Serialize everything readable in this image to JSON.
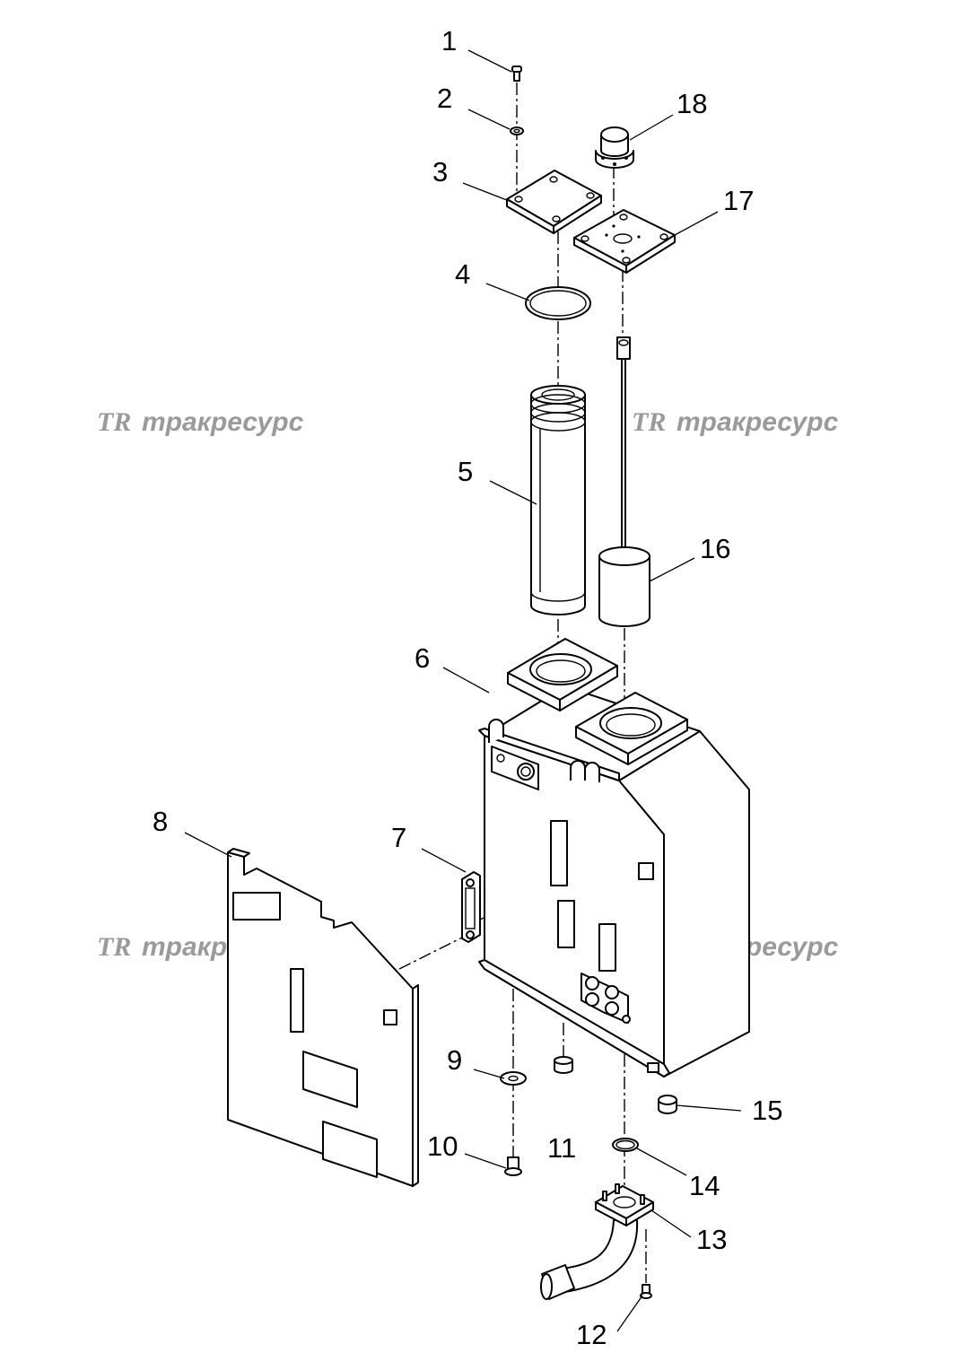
{
  "callouts": [
    {
      "id": "1",
      "text": "1"
    },
    {
      "id": "2",
      "text": "2"
    },
    {
      "id": "3",
      "text": "3"
    },
    {
      "id": "4",
      "text": "4"
    },
    {
      "id": "5",
      "text": "5"
    },
    {
      "id": "6",
      "text": "6"
    },
    {
      "id": "7",
      "text": "7"
    },
    {
      "id": "8",
      "text": "8"
    },
    {
      "id": "9",
      "text": "9"
    },
    {
      "id": "10",
      "text": "10"
    },
    {
      "id": "11",
      "text": "11"
    },
    {
      "id": "12",
      "text": "12"
    },
    {
      "id": "13",
      "text": "13"
    },
    {
      "id": "14",
      "text": "14"
    },
    {
      "id": "15",
      "text": "15"
    },
    {
      "id": "16",
      "text": "16"
    },
    {
      "id": "17",
      "text": "17"
    },
    {
      "id": "18",
      "text": "18"
    }
  ],
  "watermark": {
    "logo": "TR",
    "text": "тракресурс",
    "color": "#9a9a9a"
  }
}
